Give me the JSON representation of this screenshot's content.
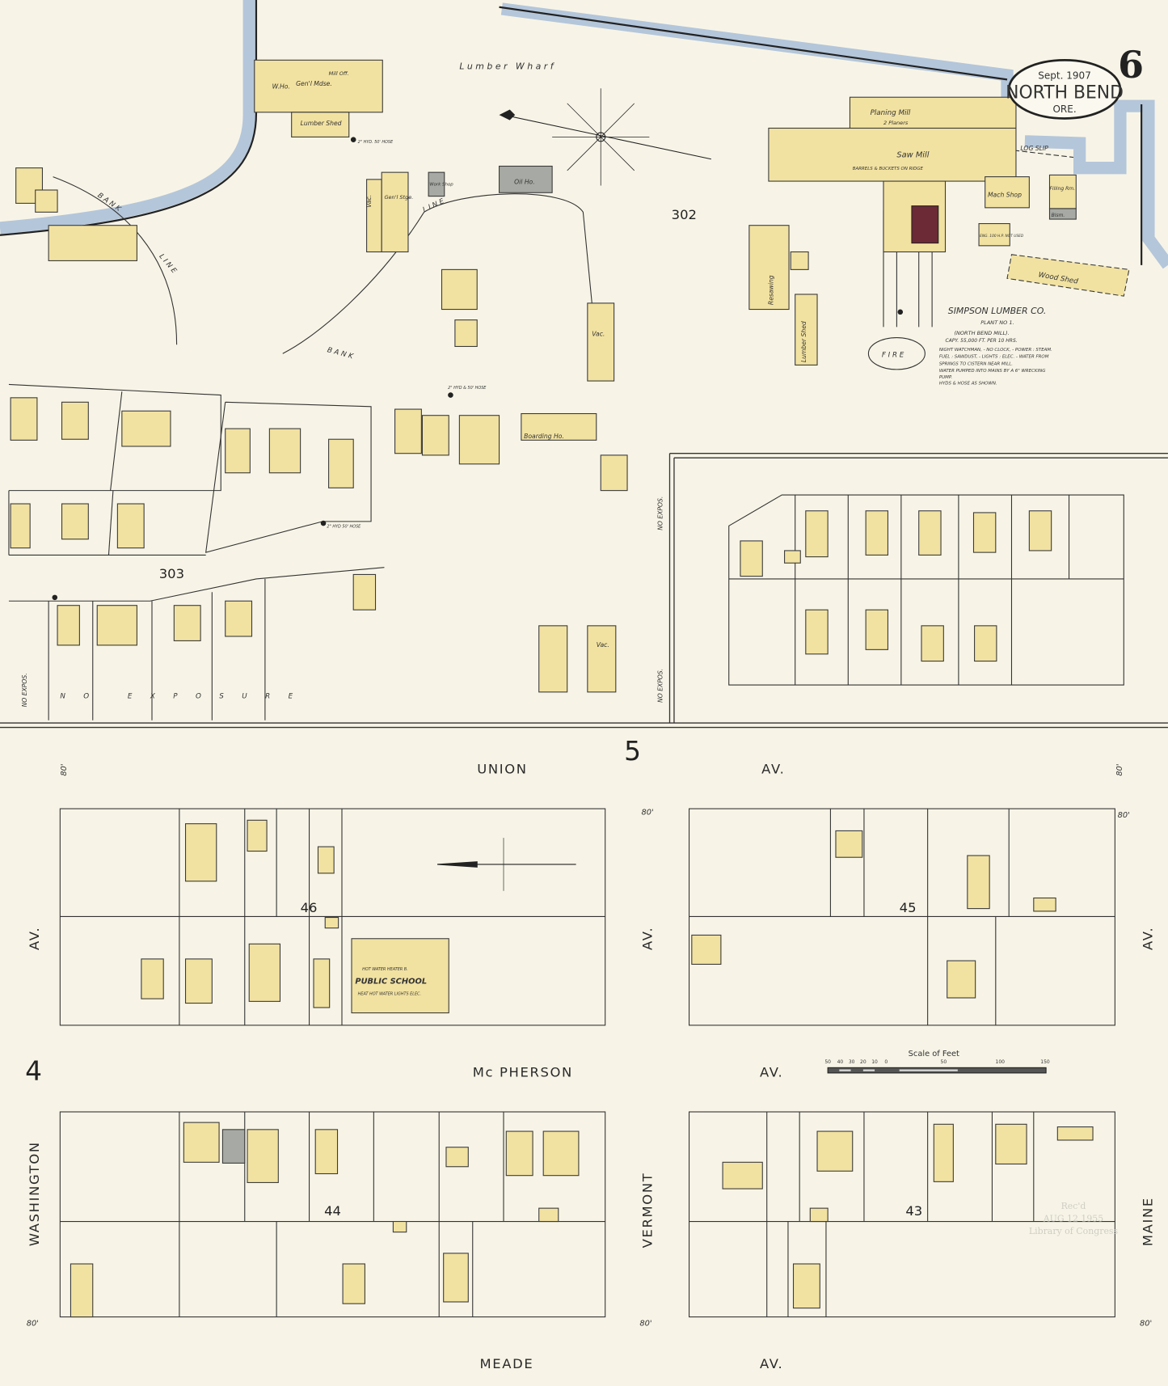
{
  "title": {
    "date": "Sept. 1907",
    "city": "North Bend",
    "state": "Ore.",
    "sheet_number": "6"
  },
  "colors": {
    "paper": "#f7f4e7",
    "frame_building": "#f2e2a1",
    "other_building": "#a7aaa4",
    "water": "#b4c6da",
    "boiler": "#6b2a35"
  },
  "top_labels": {
    "wharf": "L u m b e r   W h a r f",
    "bank": "B A N K",
    "line": "L I N E",
    "bank2": "B A N K",
    "line2": "L I N E",
    "log_slip": "LOG SLIP",
    "fire": "F I R E",
    "no_expos": "NO EXPOS.",
    "no_exposure": "N O   E X P O S U R E",
    "block_302": "302",
    "block_303": "303"
  },
  "buildings": {
    "w_ho": "W.Ho.",
    "genl_mdse": "Gen'l Mdse.",
    "mill_off": "Mill Off.",
    "lumber_shed_1": "Lumber Shed",
    "vac_1": "Vac.",
    "genl_stge": "Gen'l Stge.",
    "work_shop": "Work Shop",
    "oil_ho": "Oil Ho.",
    "vac_2": "Vac.",
    "resawing": "Resawing",
    "lumber_shed_2": "Lumber Shed",
    "planing_mill": "Planing Mill",
    "planers": "2 Planers",
    "saw_mill": "Saw Mill",
    "barrels": "BARRELS & BUCKETS ON RIDGE",
    "mach_shop": "Mach Shop",
    "filling_rm": "Filling Rm.",
    "blsm": "Blsm.",
    "eng_not_used": "ENG. 100 H.P. NOT USED",
    "wood_shed": "Wood Shed",
    "boarding_ho": "Boarding Ho.",
    "vac_3": "Vac.",
    "public_school": "PUBLIC SCHOOL",
    "school_heater": "HOT WATER HEATER B.",
    "school_notes": "HEAT HOT WATER LIGHTS ELEC.",
    "hydrant_1": "2\" HYD. 50' HOSE",
    "hydrant_2": "2\" HYD & 50' HOSE",
    "hydrant_3": "2\" HYD 50' HOSE"
  },
  "company_note": {
    "name": "SIMPSON LUMBER CO.",
    "plant": "PLANT NO 1.",
    "lines": [
      "(NORTH BEND MILL).",
      "CAPY. 55,000 FT. PER 10 HRS.",
      "NIGHT WATCHMAN, - NO CLOCK, - POWER : STEAM.",
      "FUEL : SAWDUST, - LIGHTS : ELEC. - WATER FROM",
      "SPRINGS TO CISTERN NEAR MILL.",
      "WATER PUMPED INTO MAINS BY A 6\" WRECKING",
      "PUMP.",
      "HYDS & HOSE AS SHOWN."
    ]
  },
  "streets": {
    "union": "UNION",
    "union_av": "AV.",
    "mcpherson": "Mc PHERSON",
    "mcpherson_av": "AV.",
    "meade": "MEADE",
    "meade_av": "AV.",
    "washington": "WASHINGTON",
    "washington_av": "AV.",
    "vermont": "VERMONT",
    "vermont_av": "AV.",
    "maine": "MAINE",
    "maine_av": "AV.",
    "street_width": "80'"
  },
  "sheet_refs": {
    "above": "5",
    "left": "4"
  },
  "blocks": {
    "b46": "46",
    "b45": "45",
    "b44": "44",
    "b43": "43"
  },
  "scale": {
    "title": "Scale of Feet",
    "ticks": [
      "50",
      "40",
      "30",
      "20",
      "10",
      "0",
      "50",
      "100",
      "150"
    ]
  },
  "stamp": {
    "lines": [
      "Rec'd",
      "AUG 12 1955",
      "Library of Congress"
    ]
  }
}
